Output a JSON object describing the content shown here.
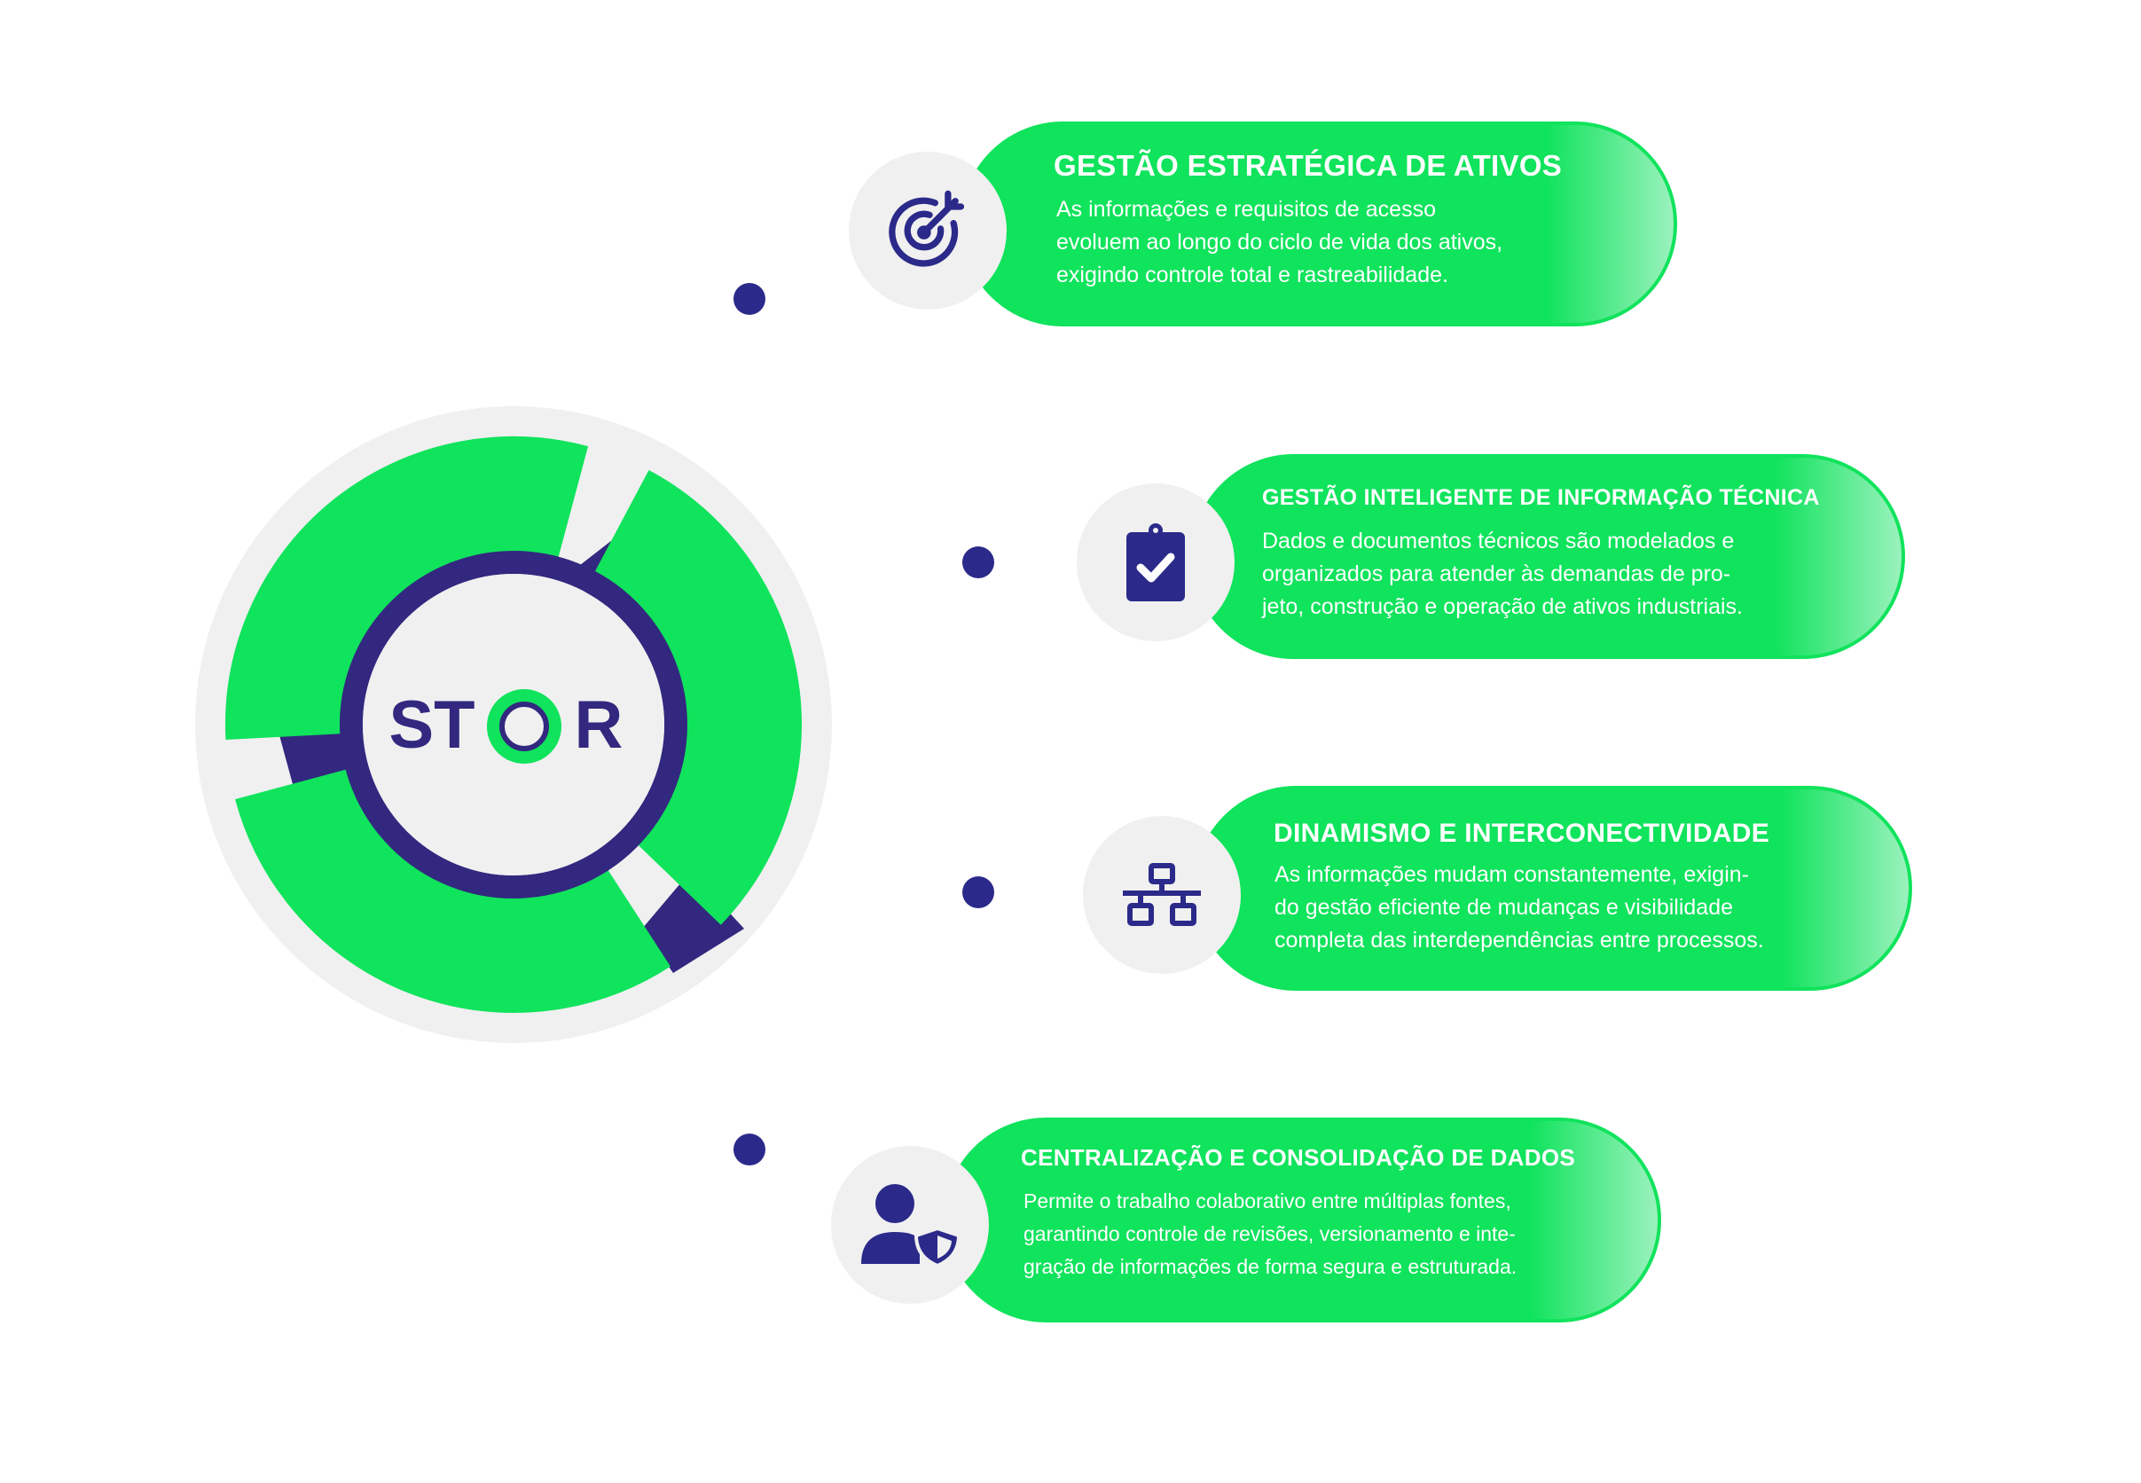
{
  "logo": {
    "text": "STOR"
  },
  "colors": {
    "green": "#10E35C",
    "navy": "#2B2A8A",
    "light_gray": "#F0F0F0"
  },
  "cards": [
    {
      "icon": "target-icon",
      "title": "GESTÃO ESTRATÉGICA DE ATIVOS",
      "lines": [
        "As informações e requisitos de acesso",
        "evoluem ao longo do ciclo de vida dos ativos,",
        "exigindo controle total e rastreabilidade."
      ]
    },
    {
      "icon": "clipboard-check-icon",
      "title": "GESTÃO INTELIGENTE DE INFORMAÇÃO TÉCNICA",
      "lines": [
        "Dados e documentos técnicos são modelados e",
        "organizados para atender às demandas de pro-",
        "jeto, construção e operação de ativos industriais."
      ]
    },
    {
      "icon": "network-icon",
      "title": "DINAMISMO E INTERCONECTIVIDADE",
      "lines": [
        "As informações mudam constantemente, exigin-",
        "do gestão eficiente de mudanças e visibilidade",
        "completa das interdependências entre processos."
      ]
    },
    {
      "icon": "user-shield-icon",
      "title": "CENTRALIZAÇÃO E CONSOLIDAÇÃO DE DADOS",
      "lines": [
        "Permite o trabalho colaborativo entre múltiplas fontes,",
        "garantindo controle de revisões, versionamento e inte-",
        "gração de informações de forma segura e estruturada."
      ]
    }
  ]
}
